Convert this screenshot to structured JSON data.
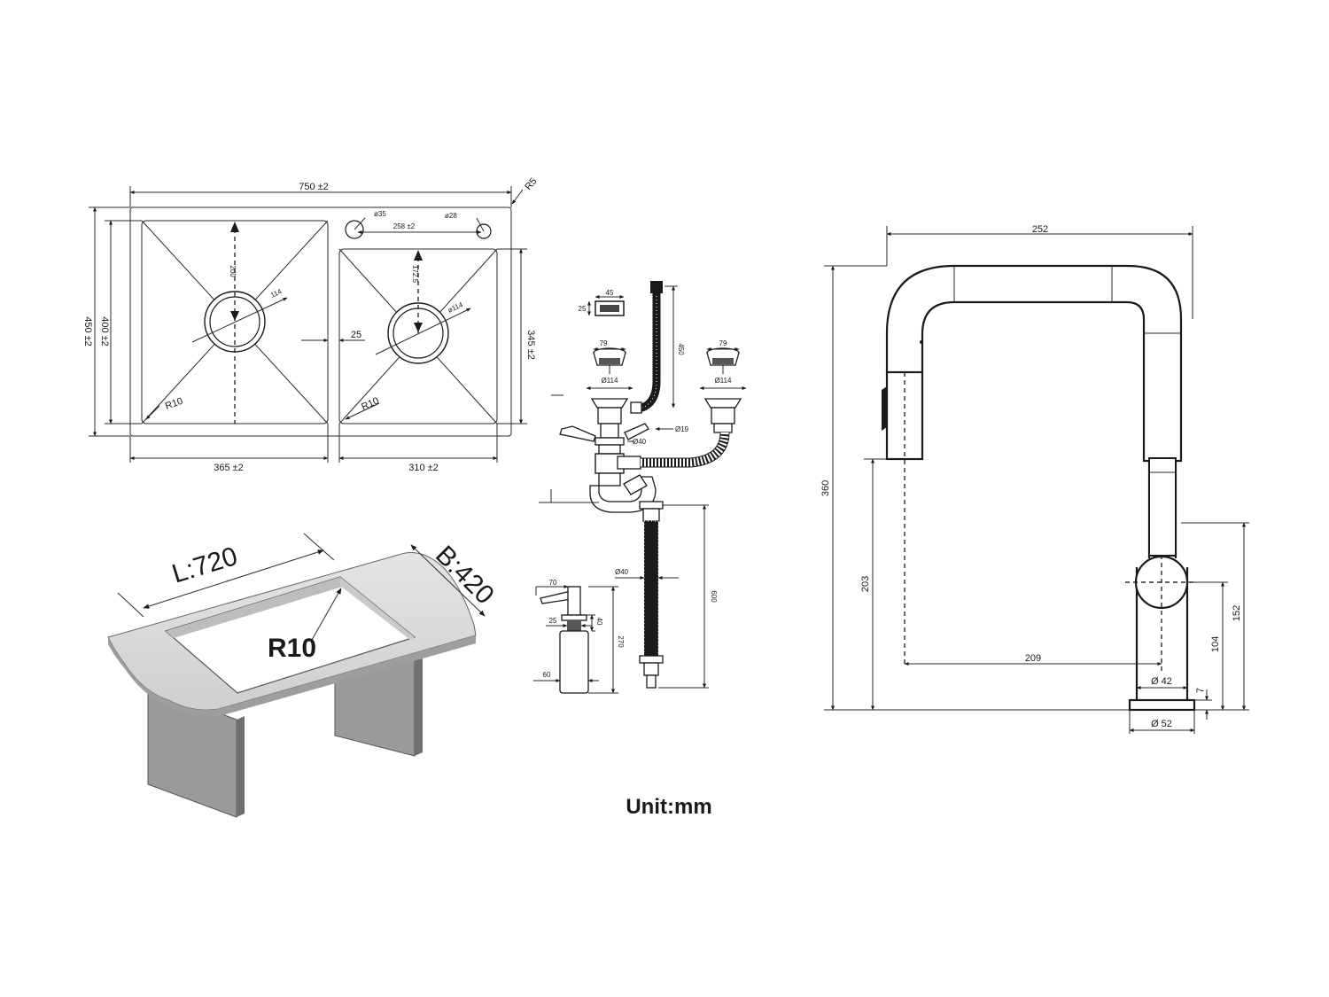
{
  "sink_top_view": {
    "overall_width": "750 ±2",
    "corner_radius": "R5",
    "overall_depth": "450 ±2",
    "inner_depth": "400 ±2",
    "small_bowl_depth": "345 ±2",
    "large_bowl_width": "365 ±2",
    "small_bowl_width": "310 ±2",
    "divider_width": "25",
    "large_bowl_drain_offset": "200",
    "small_bowl_drain_offset": "172.5",
    "large_drain_diameter": "114",
    "small_drain_diameter": "ø114",
    "bowl_corner_radius_left": "R10",
    "bowl_corner_radius_right": "R10",
    "faucet_hole": "ø35",
    "soap_hole": "ø28",
    "hole_spacing": "258 ±2"
  },
  "countertop_view": {
    "length_label": "L:720",
    "width_label": "B:420",
    "radius_label": "R10"
  },
  "drain_kit": {
    "overflow_w": "45",
    "overflow_h": "25",
    "hose_length": "450",
    "strainer_top_left": "79",
    "strainer_top_right": "79",
    "strainer_dia_left": "Ø114",
    "strainer_dia_right": "Ø114",
    "branch_dia": "Ø19",
    "trap_dia": "Ø40",
    "pipe_dia": "Ø40",
    "pipe_length": "600"
  },
  "soap_dispenser": {
    "head_width": "70",
    "neck_width": "25",
    "neck_height": "40",
    "total_height": "270",
    "bottle_width": "60"
  },
  "faucet": {
    "width": "252",
    "height": "360",
    "spout_height": "203",
    "reach": "209",
    "body_diameter": "Ø 42",
    "base_diameter": "Ø 52",
    "base_height": "7",
    "lever_height": "104",
    "body_height": "152"
  },
  "unit_label": "Unit:mm"
}
